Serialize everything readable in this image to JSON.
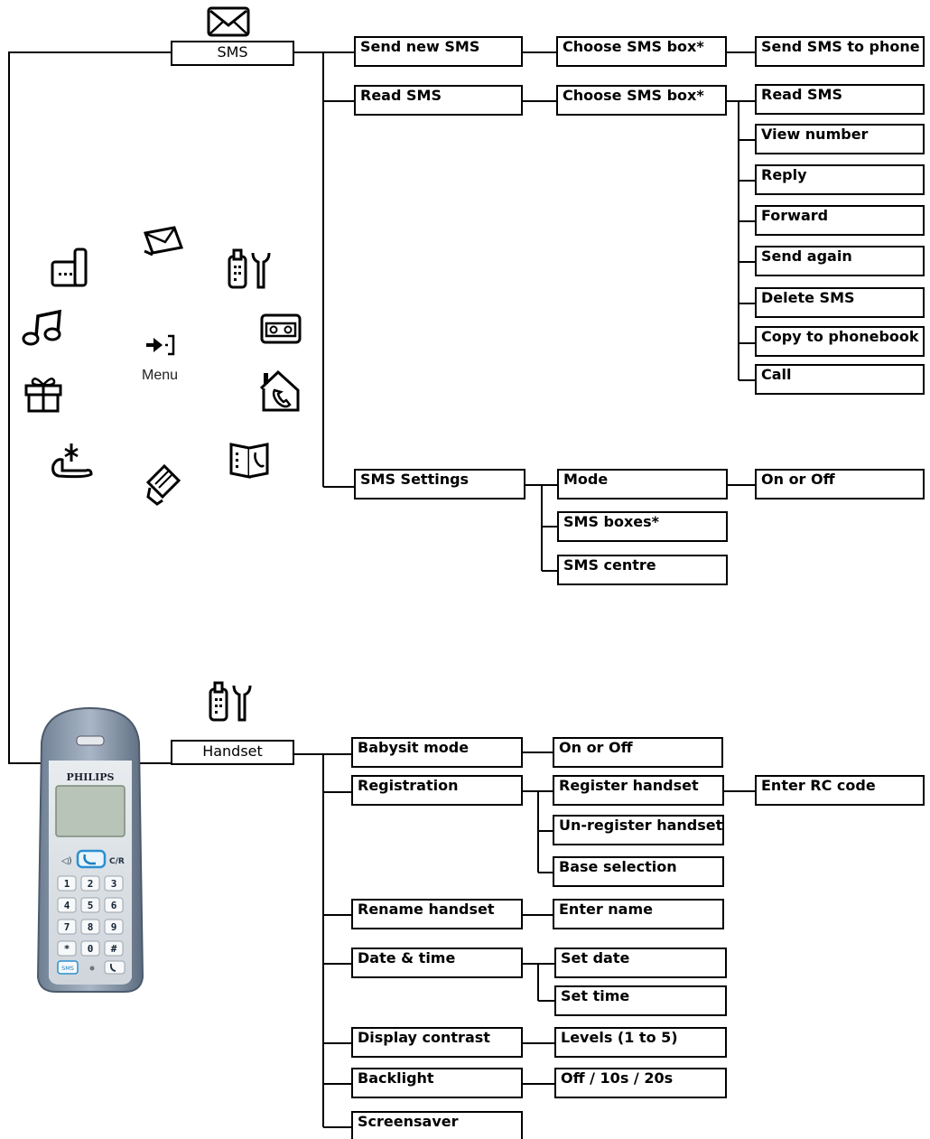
{
  "sms": {
    "title": "SMS",
    "icon": "envelope-icon",
    "children": [
      {
        "label": "Send new SMS",
        "sub": {
          "label": "Choose SMS box*",
          "sub": {
            "label": "Send SMS to phone"
          }
        }
      },
      {
        "label": "Read SMS",
        "sub": {
          "label": "Choose SMS box*",
          "options": [
            "Read SMS",
            "View number",
            "Reply",
            "Forward",
            "Send again",
            "Delete SMS",
            "Copy to phonebook",
            "Call"
          ]
        }
      },
      {
        "label": "SMS Settings",
        "options": [
          {
            "label": "Mode",
            "sub": "On or Off"
          },
          {
            "label": "SMS boxes*"
          },
          {
            "label": "SMS centre"
          }
        ]
      }
    ]
  },
  "menu_wheel": {
    "center_label": "Menu",
    "icons": [
      "envelope-icon",
      "settings-tools-icon",
      "answering-machine-icon",
      "phone-contacts-icon",
      "phonebook-icon",
      "handset-pencil-icon",
      "network-antenna-icon",
      "gift-box-icon",
      "music-note-icon",
      "base-station-icon",
      "menu-arrow-icon"
    ]
  },
  "phone": {
    "brand": "PHILIPS",
    "keys": [
      "1",
      "2",
      "3",
      "4",
      "5",
      "6",
      "7",
      "8",
      "9",
      "*",
      "0",
      "#"
    ],
    "soft_key": "SMS",
    "clear_key": "C/R"
  },
  "handset": {
    "title": "Handset",
    "icon": "settings-tools-icon",
    "children": [
      {
        "label": "Babysit mode",
        "sub": "On or Off"
      },
      {
        "label": "Registration",
        "options": [
          "Register handset",
          "Un-register handset",
          "Base selection"
        ],
        "register_sub": "Enter RC code"
      },
      {
        "label": "Rename handset",
        "sub": "Enter name"
      },
      {
        "label": "Date & time",
        "options": [
          "Set date",
          "Set time"
        ]
      },
      {
        "label": "Display contrast",
        "sub": "Levels (1 to 5)"
      },
      {
        "label": "Backlight",
        "sub": "Off / 10s / 20s"
      },
      {
        "label": "Screensaver"
      }
    ]
  }
}
